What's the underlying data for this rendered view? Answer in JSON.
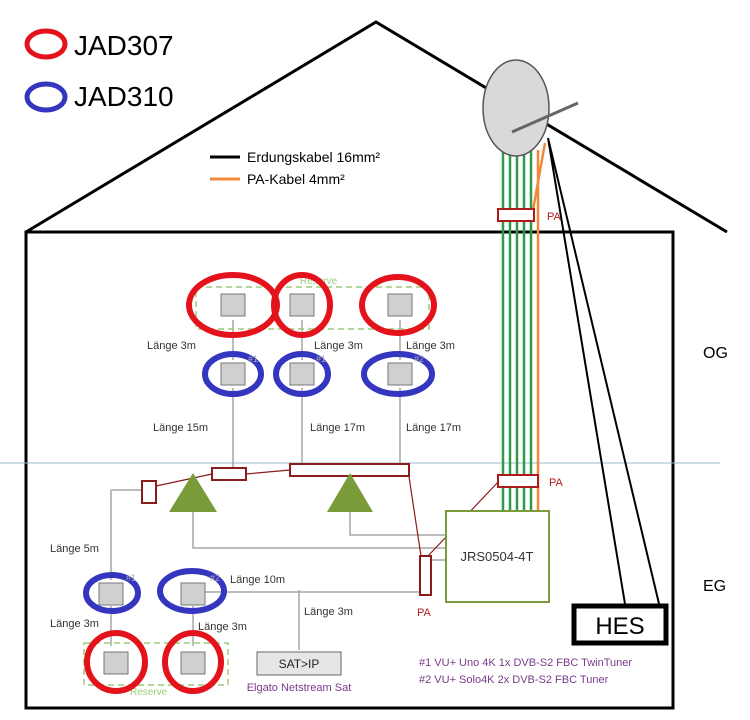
{
  "legend": {
    "jad307": {
      "label": "JAD307",
      "color": "#e4131b"
    },
    "jad310": {
      "label": "JAD310",
      "color": "#3436c0"
    },
    "ground_cable": {
      "label": "Erdungskabel 16mm²",
      "color": "#000000"
    },
    "pa_cable": {
      "label": "PA-Kabel 4mm²",
      "color": "#f08a3a"
    }
  },
  "floors": {
    "upper": "OG",
    "ground": "EG"
  },
  "components": {
    "multiswitch": "JRS0504-4T",
    "hes": "HES",
    "satip": "SAT>IP",
    "satip_device": "Elgato Netstream Sat"
  },
  "pa_labels": {
    "top": "PA",
    "middle": "PA",
    "bottom": "PA"
  },
  "reserve": {
    "upper": "Reserve",
    "lower": "Reserve"
  },
  "socket_marks": {
    "upper_one": "#1",
    "upper_two": "#1",
    "upper_three": "#2",
    "lower_one": "#1",
    "lower_two": "#2"
  },
  "lengths": {
    "og_left": "Länge 3m",
    "og_mid": "Länge 3m",
    "og_right": "Länge 3m",
    "run_left": "Länge 15m",
    "run_mid": "Länge 17m",
    "run_right": "Länge 17m",
    "eg_vertical": "Länge 5m",
    "eg_horizontal": "Länge 10m",
    "eg_left": "Länge 3m",
    "eg_right": "Länge 3m",
    "satip": "Länge 3m"
  },
  "notes": {
    "note1": "#1  VU+ Uno 4K 1x DVB-S2 FBC TwinTuner",
    "note2": "#2  VU+ Solo4K 2x DVB-S2 FBC Tuner"
  },
  "colors": {
    "splitter": "#7a9b3a",
    "box_stroke": "#8b1c1c",
    "green_cable": "#2e9a4a",
    "note_text": "#7a3a8a",
    "wire": "#a6a6a6"
  }
}
